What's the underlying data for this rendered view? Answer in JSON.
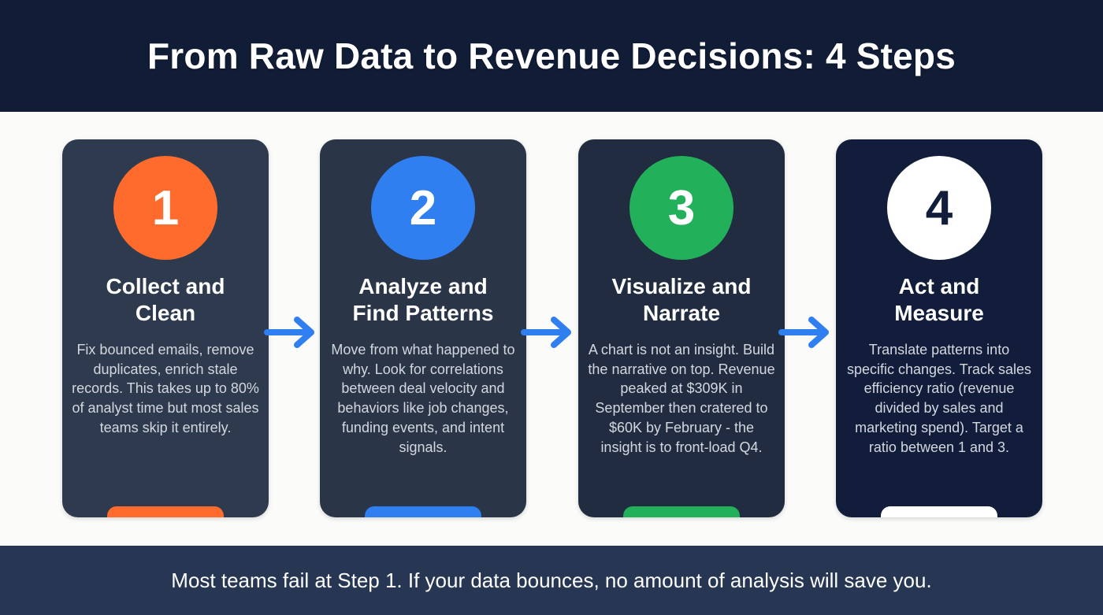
{
  "header": {
    "title": "From Raw Data to Revenue Decisions: 4 Steps"
  },
  "steps": [
    {
      "number": "1",
      "title_line1": "Collect and",
      "title_line2": "Clean",
      "body": "Fix bounced emails, remove duplicates, enrich stale records. This takes up to 80% of analyst time but most sales teams skip it entirely.",
      "accent_color": "#fe6b2c",
      "number_color": "#ffffff"
    },
    {
      "number": "2",
      "title_line1": "Analyze and",
      "title_line2": "Find Patterns",
      "body": "Move from what happened to why. Look for correlations between deal velocity and behaviors like job changes, funding events, and intent signals.",
      "accent_color": "#2f7ff0",
      "number_color": "#ffffff"
    },
    {
      "number": "3",
      "title_line1": "Visualize and",
      "title_line2": "Narrate",
      "body": "A chart is not an insight. Build the narrative on top. Revenue peaked at $309K in September then cratered to $60K by February - the insight is to front-load Q4.",
      "accent_color": "#22b05a",
      "number_color": "#ffffff"
    },
    {
      "number": "4",
      "title_line1": "Act and",
      "title_line2": "Measure",
      "body": "Translate patterns into specific changes. Track sales efficiency ratio (revenue divided by sales and marketing spend). Target a ratio between 1 and 3.",
      "accent_color": "#ffffff",
      "number_color": "#111d3a"
    }
  ],
  "arrows": {
    "color": "#2f7ff0",
    "icon": "arrow-right-icon"
  },
  "footer": {
    "text": "Most teams fail at Step 1. If your data bounces, no amount of analysis will save you."
  }
}
